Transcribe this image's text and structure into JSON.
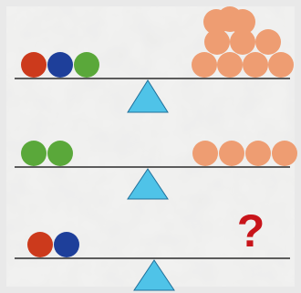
{
  "colors": {
    "frame": "#e9e9e9",
    "paper": "#f2f2f1",
    "beam": "#2b2b2b",
    "fulcrum": "#4fc3e8",
    "fulcrum_stroke": "#1f6f9a",
    "red": "#cc3a1c",
    "blue": "#1e3f9a",
    "green": "#5aa83a",
    "orange": "#ee9d72",
    "question": "#c8141a"
  },
  "scales": [
    {
      "id": "scale-1",
      "left": [
        {
          "color": "red",
          "count": 1
        },
        {
          "color": "blue",
          "count": 1
        },
        {
          "color": "green",
          "count": 1
        }
      ],
      "right": [
        {
          "color": "orange",
          "count": 10
        }
      ]
    },
    {
      "id": "scale-2",
      "left": [
        {
          "color": "green",
          "count": 2
        }
      ],
      "right": [
        {
          "color": "orange",
          "count": 4
        }
      ]
    },
    {
      "id": "scale-3",
      "left": [
        {
          "color": "red",
          "count": 1
        },
        {
          "color": "blue",
          "count": 1
        }
      ],
      "right_mark": "?"
    }
  ],
  "icons": {
    "fulcrum": "triangle-fulcrum-icon",
    "question": "question-mark-icon"
  }
}
